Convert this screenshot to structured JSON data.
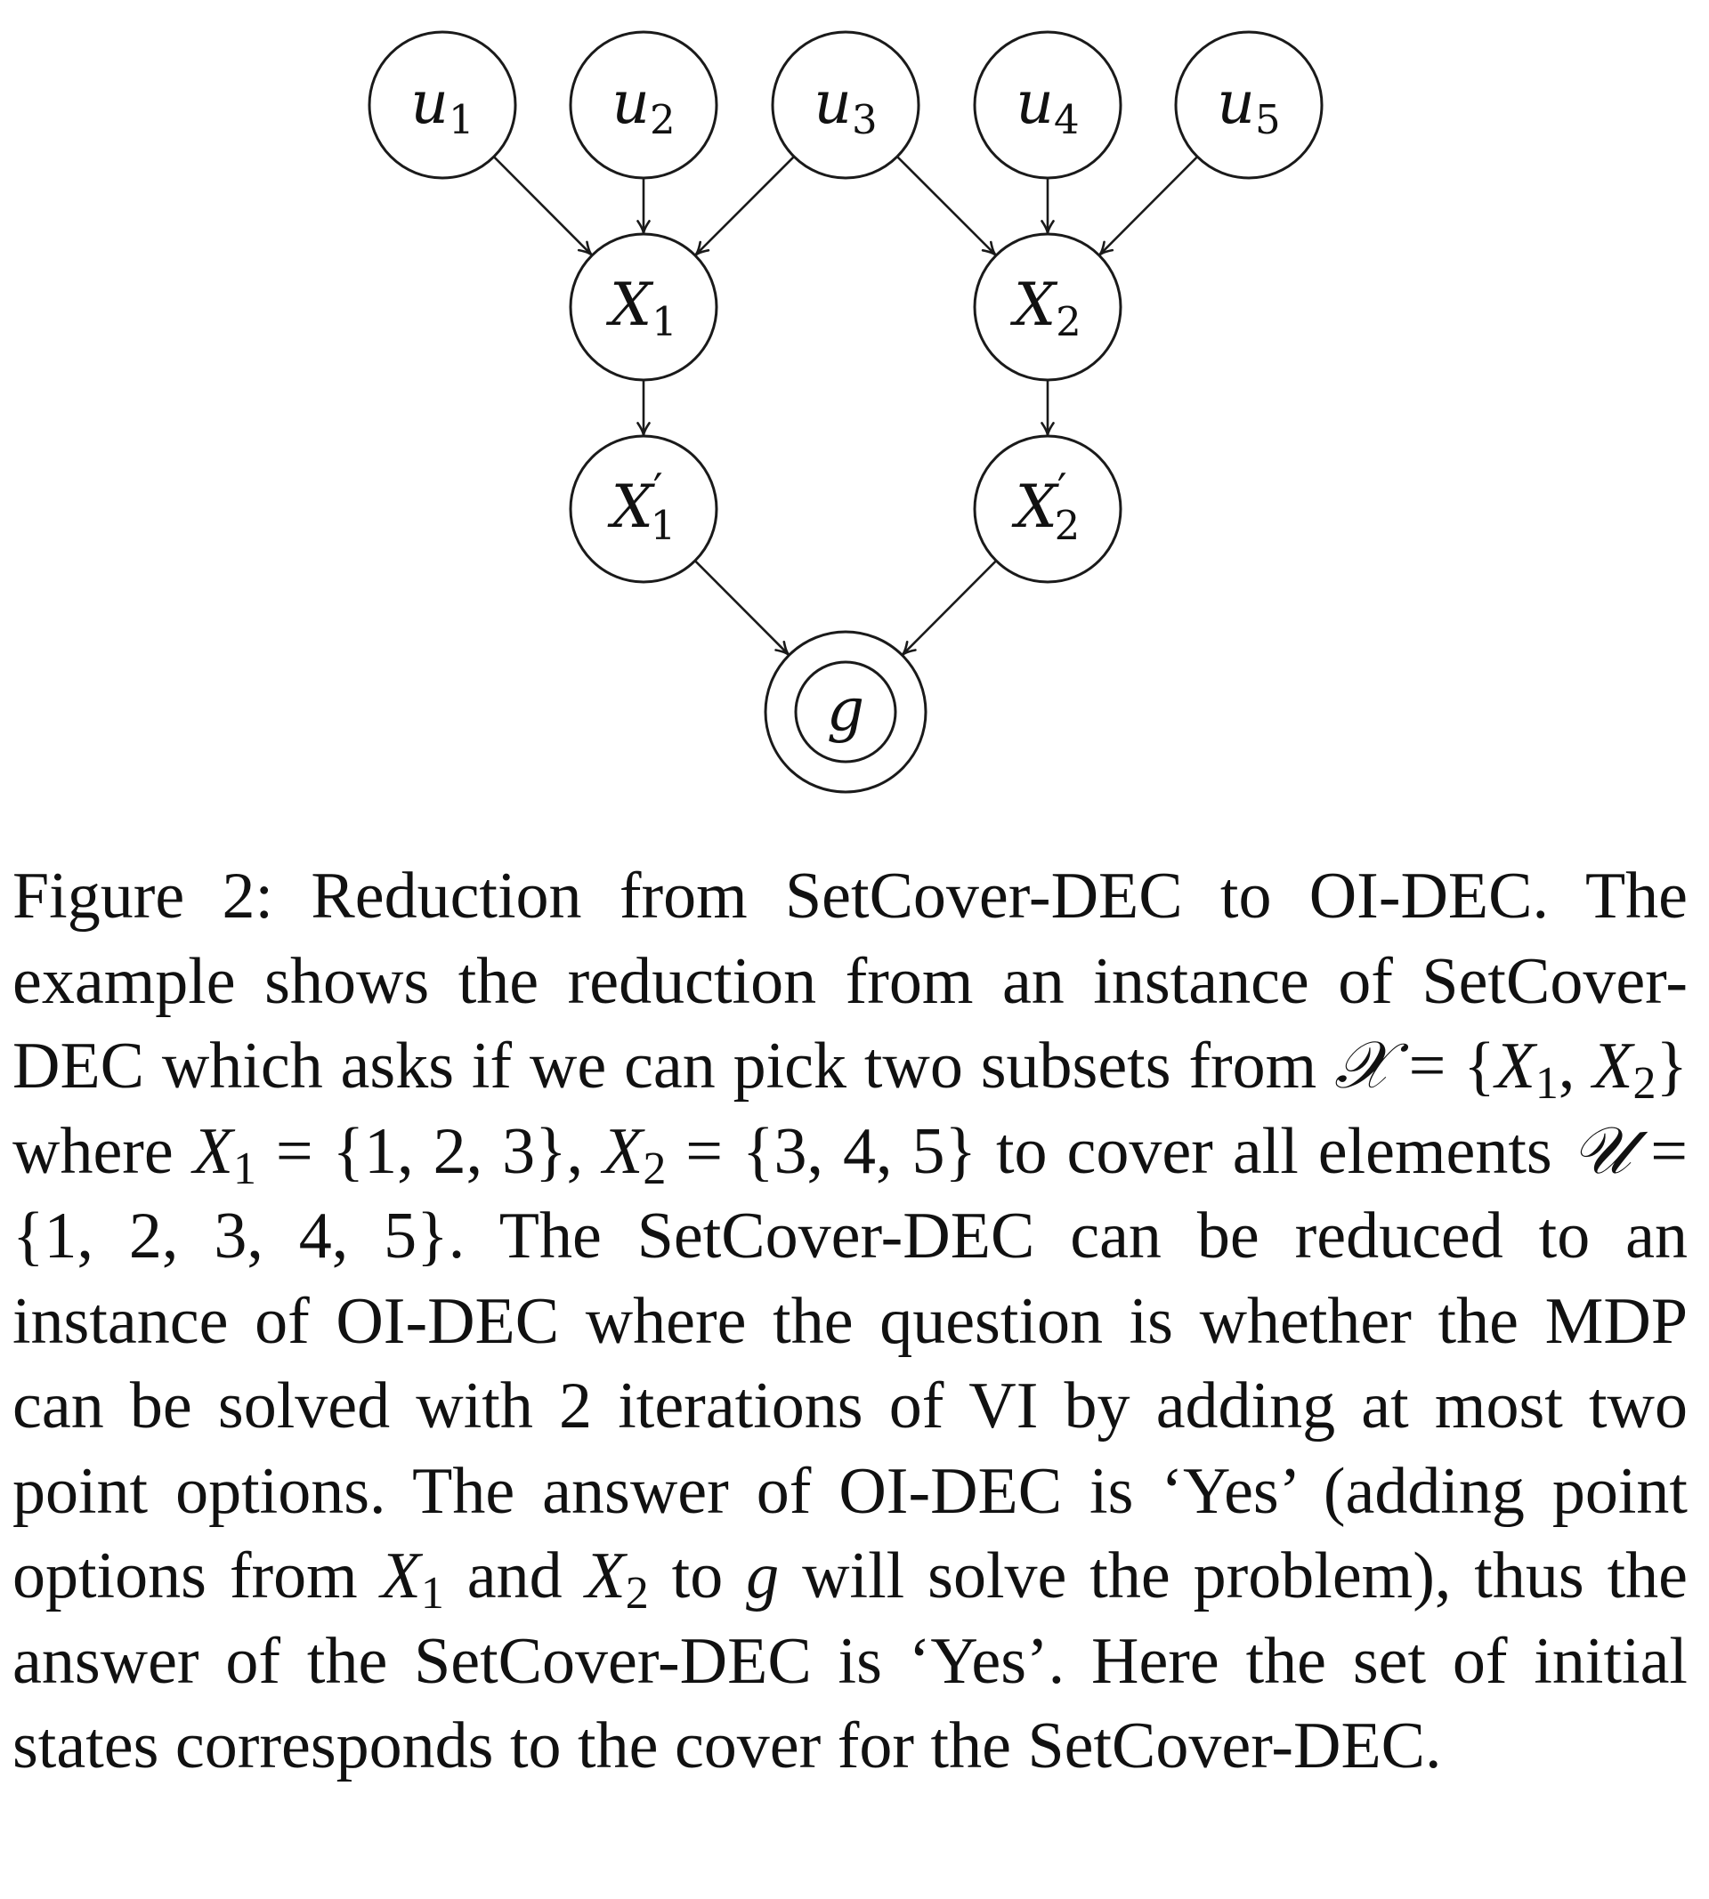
{
  "diagram": {
    "nodes": [
      {
        "id": "u1",
        "base": "u",
        "sub": "1",
        "prime": "",
        "double": false
      },
      {
        "id": "u2",
        "base": "u",
        "sub": "2",
        "prime": "",
        "double": false
      },
      {
        "id": "u3",
        "base": "u",
        "sub": "3",
        "prime": "",
        "double": false
      },
      {
        "id": "u4",
        "base": "u",
        "sub": "4",
        "prime": "",
        "double": false
      },
      {
        "id": "u5",
        "base": "u",
        "sub": "5",
        "prime": "",
        "double": false
      },
      {
        "id": "X1",
        "base": "X",
        "sub": "1",
        "prime": "",
        "double": false
      },
      {
        "id": "X2",
        "base": "X",
        "sub": "2",
        "prime": "",
        "double": false
      },
      {
        "id": "X1p",
        "base": "X",
        "sub": "1",
        "prime": "′",
        "double": false
      },
      {
        "id": "X2p",
        "base": "X",
        "sub": "2",
        "prime": "′",
        "double": false
      },
      {
        "id": "g",
        "base": "g",
        "sub": "",
        "prime": "",
        "double": true
      }
    ],
    "edges": [
      {
        "from": "u1",
        "to": "X1"
      },
      {
        "from": "u2",
        "to": "X1"
      },
      {
        "from": "u3",
        "to": "X1"
      },
      {
        "from": "u3",
        "to": "X2"
      },
      {
        "from": "u4",
        "to": "X2"
      },
      {
        "from": "u5",
        "to": "X2"
      },
      {
        "from": "X1",
        "to": "X1p"
      },
      {
        "from": "X2",
        "to": "X2p"
      },
      {
        "from": "X1p",
        "to": "g"
      },
      {
        "from": "X2p",
        "to": "g"
      }
    ]
  },
  "caption": {
    "t1": "Figure 2: Reduction from SetCover-DEC to OI-DEC. The example shows the reduction from an instance of SetCover-DEC which asks if we can pick two subsets from ",
    "calX": "𝒳",
    "t2": " = ",
    "set1_open": "{",
    "X": "X",
    "s1": "1",
    "comma": ", ",
    "s2": "2",
    "set1_close": "}",
    "t3": " where ",
    "eq": " = ",
    "setA": "{1, 2, 3}",
    "t4": ", ",
    "setB": "{3, 4, 5}",
    "t5": " to cover all elements ",
    "calU": "𝒰",
    "setU": "{1, 2, 3, 4, 5}",
    "t6": ".  The SetCover-DEC can be reduced to an instance of OI-DEC where the question is whether the MDP can be solved with 2 iterations of VI by adding at most two point options. The answer of OI-DEC is ‘Yes’ (adding point options from ",
    "t7": " and ",
    "t8": " to ",
    "g": "g",
    "t9": " will solve the problem), thus the answer of the SetCover-DEC is ‘Yes’. Here the set of initial states corresponds to the cover for the SetCover-DEC."
  }
}
